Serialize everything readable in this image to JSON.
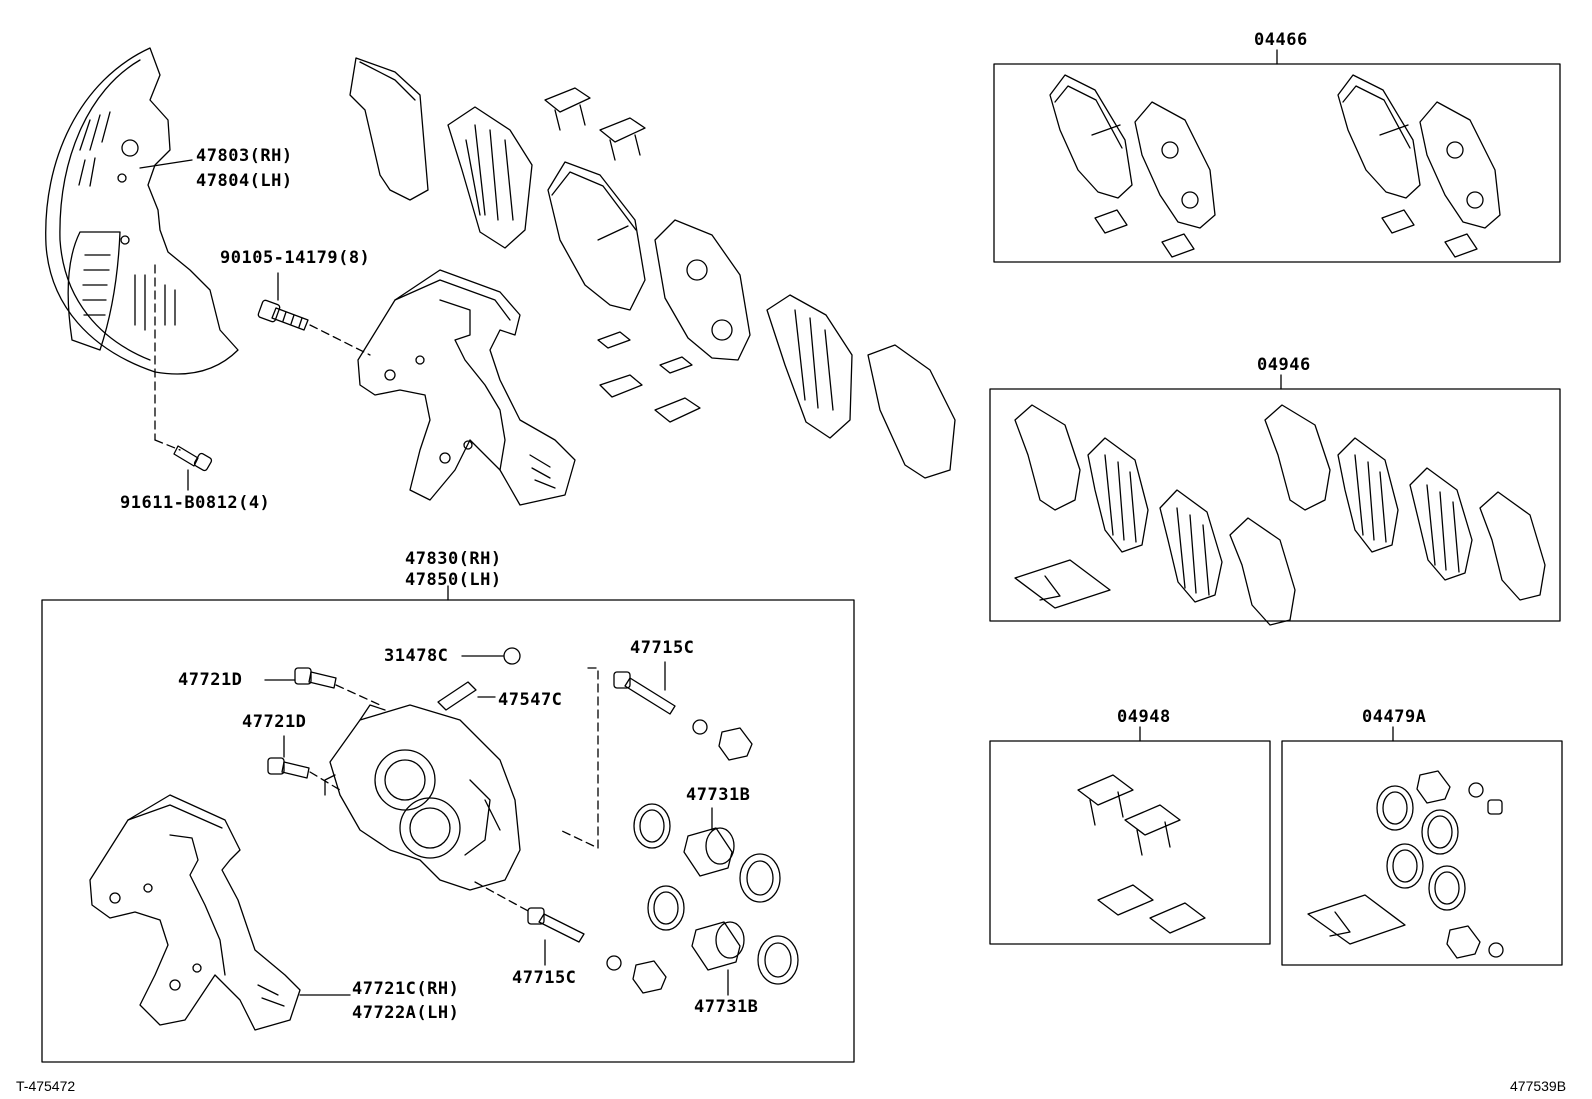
{
  "labels": {
    "shield_rh": "47803(RH)",
    "shield_lh": "47804(LH)",
    "bolt_mount": "90105-14179(8)",
    "bolt_shield": "91611-B0812(4)",
    "caliper_rh": "47830(RH)",
    "caliper_lh": "47850(LH)",
    "bolt_upper": "47721D",
    "bolt_lower": "47721D",
    "cap": "31478C",
    "bleeder": "47547C",
    "pin_upper": "47715C",
    "pin_lower": "47715C",
    "piston_upper": "47731B",
    "piston_lower": "47731B",
    "mount_rh": "47721C(RH)",
    "mount_lh": "47722A(LH)"
  },
  "kits": {
    "pad_kit": "04466",
    "shim_kit": "04946",
    "fitting_kit": "04948",
    "cylinder_kit": "04479A"
  },
  "footer": {
    "left_code": "T-475472",
    "right_code": "477539B"
  }
}
